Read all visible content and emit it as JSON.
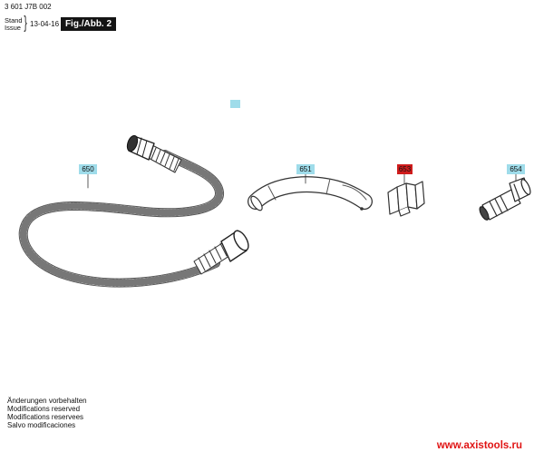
{
  "header": {
    "doc_number": "3 601 J7B 002",
    "stand_label": "Stand",
    "issue_label": "Issue",
    "date": "13-04-16",
    "figure_label": "Fig./Abb. 2"
  },
  "colors": {
    "label_blue": "#9fdcea",
    "label_red": "#cf1c1c",
    "watermark_red": "#e01414"
  },
  "parts": [
    {
      "number": "650",
      "name": "hose",
      "highlight": "blue"
    },
    {
      "number": "651",
      "name": "elbow",
      "highlight": "blue"
    },
    {
      "number": "653",
      "name": "clip",
      "highlight": "red"
    },
    {
      "number": "654",
      "name": "adapter",
      "highlight": "blue"
    }
  ],
  "notes": [
    "Änderungen vorbehalten",
    "Modifications reserved",
    "Modifications reservees",
    "Salvo modificaciones"
  ],
  "watermark": "www.axistools.ru"
}
